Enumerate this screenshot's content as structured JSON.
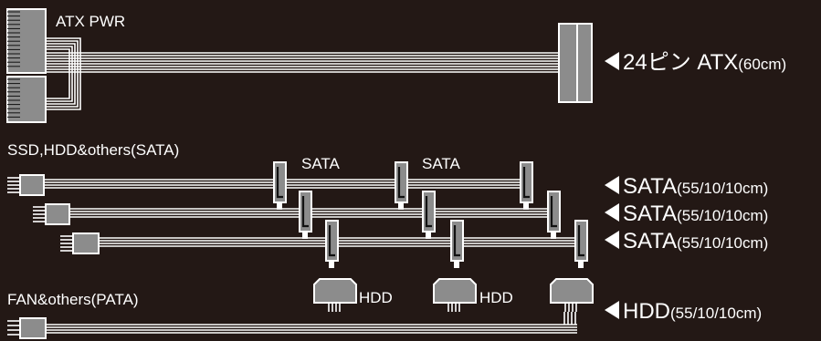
{
  "colors": {
    "background": "#231815",
    "cable": "#ffffff",
    "connector_fill": "#8c8c8c",
    "connector_stroke": "#ffffff"
  },
  "sections": {
    "atx": {
      "title": "ATX PWR"
    },
    "sata": {
      "title": "SSD,HDD&others(SATA)",
      "tag1": "SATA",
      "tag2": "SATA"
    },
    "pata": {
      "title": "FAN&others(PATA)",
      "tag1": "HDD",
      "tag2": "HDD"
    }
  },
  "callouts": [
    {
      "main": "24ピン ATX",
      "sub": "(60cm)"
    },
    {
      "main": "SATA",
      "sub": "(55/10/10cm)"
    },
    {
      "main": "SATA",
      "sub": "(55/10/10cm)"
    },
    {
      "main": "SATA",
      "sub": "(55/10/10cm)"
    },
    {
      "main": "HDD",
      "sub": "(55/10/10cm)"
    }
  ]
}
